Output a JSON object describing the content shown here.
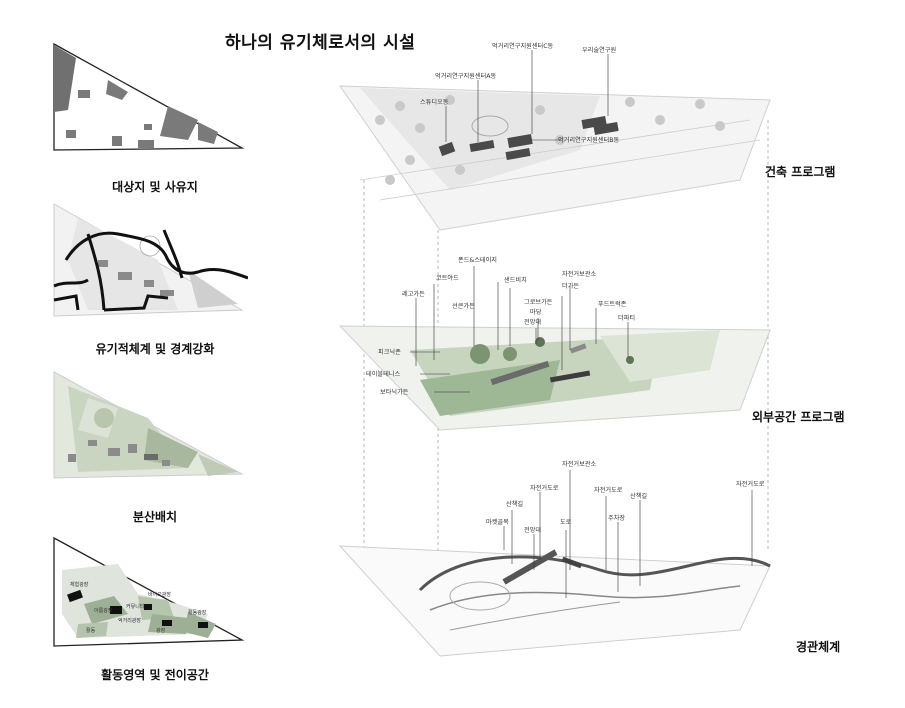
{
  "title": "하나의 유기체로서의 시설",
  "left_panels": [
    {
      "caption": "대상지 및 사유지"
    },
    {
      "caption": "유기적체계 및 경계강화"
    },
    {
      "caption": "분산배치"
    },
    {
      "caption": "활동영역 및 전이공간",
      "labels": [
        "체험광장",
        "바이오광장",
        "아름광장",
        "커뮤니티",
        "활동광장",
        "억거리광장",
        "활동",
        "광장"
      ]
    }
  ],
  "sections": {
    "architecture": "건축 프로그램",
    "outdoor": "외부공간 프로그램",
    "landscape": "경관체계"
  },
  "architecture_labels": [
    "억거리연구지원센터C동",
    "우리술연구원",
    "억거리연구지원센터A동",
    "스튜디오동",
    "억거리연구지원센터B동"
  ],
  "outdoor_labels": [
    "폰드&스테이지",
    "코트야드",
    "샌드비치",
    "자전거보관소",
    "더가든",
    "레고가든",
    "선큰가든",
    "그로브가든",
    "푸드트럭존",
    "마당",
    "전망대",
    "더파티",
    "피크닉존",
    "테이블테니스",
    "보타닉가든"
  ],
  "landscape_labels": [
    "자전거보관소",
    "자전거도로",
    "자전거도로",
    "산책길",
    "산책길",
    "자전거도로",
    "마켓골목",
    "전망대",
    "도로",
    "주차장"
  ],
  "colors": {
    "building": "#4a4a4a",
    "green_light": "#c7d5bf",
    "green_mid": "#9eb795",
    "site_gray": "#7a7a7a"
  }
}
